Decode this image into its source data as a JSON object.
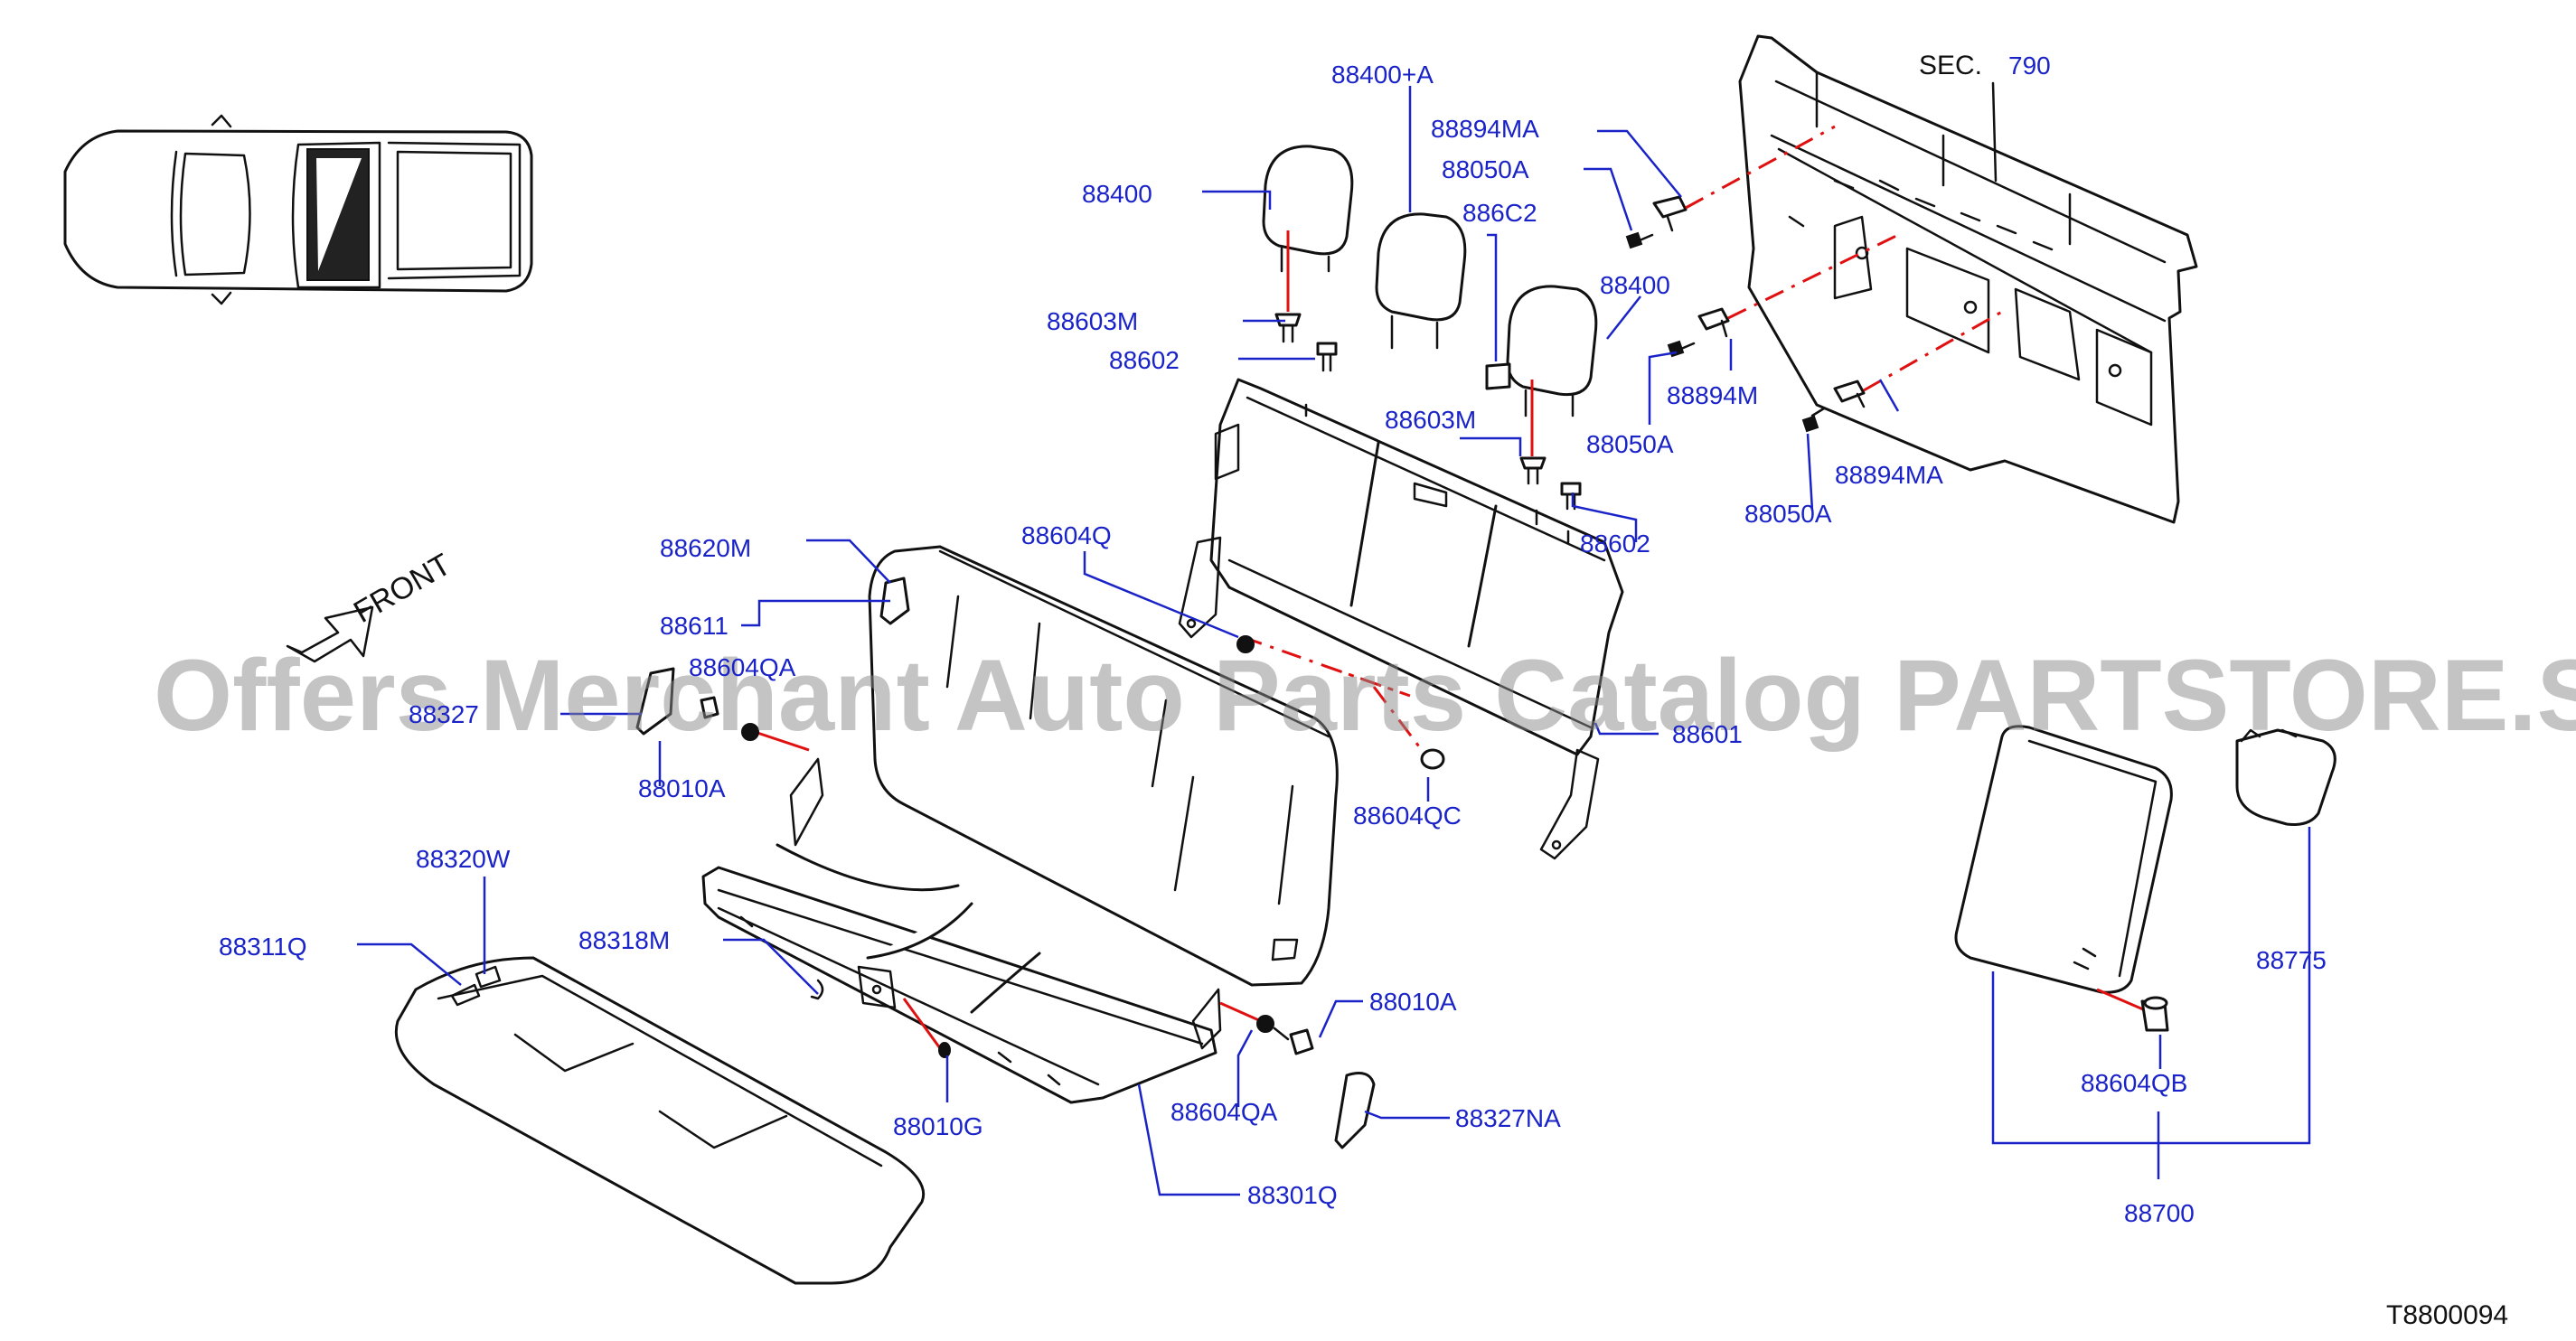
{
  "diagram": {
    "labels": {
      "sec": "SEC.",
      "sec_num": "790",
      "front": "FRONT",
      "diagram_code": "T8800094",
      "p88400_a": "88400+A",
      "p88400_l": "88400",
      "p88400_r": "88400",
      "p88894ma_t": "88894MA",
      "p88050a_t": "88050A",
      "p886c2": "886C2",
      "p88603m_l": "88603M",
      "p88602_l": "88602",
      "p88603m_r": "88603M",
      "p88602_r": "88602",
      "p88894m": "88894M",
      "p88050a_m": "88050A",
      "p88894ma_b": "88894MA",
      "p88050a_b": "88050A",
      "p88620m": "88620M",
      "p88604q": "88604Q",
      "p88611": "88611",
      "p88604qa_t": "88604QA",
      "p88327": "88327",
      "p88010a_l": "88010A",
      "p88601": "88601",
      "p88604qc": "88604QC",
      "p88320w": "88320W",
      "p88311q": "88311Q",
      "p88318m": "88318M",
      "p88010a_r": "88010A",
      "p88010g": "88010G",
      "p88604qa_b": "88604QA",
      "p88327na": "88327NA",
      "p88301q": "88301Q",
      "p88604qb": "88604QB",
      "p88775": "88775",
      "p88700": "88700"
    },
    "watermark": "Offers Merchant Auto Parts Catalog PARTSTORE.SA",
    "colors": {
      "label": "#1a23c8",
      "line": "#111111",
      "centerline": "#e01010",
      "watermark": "#8a8a8a"
    }
  }
}
